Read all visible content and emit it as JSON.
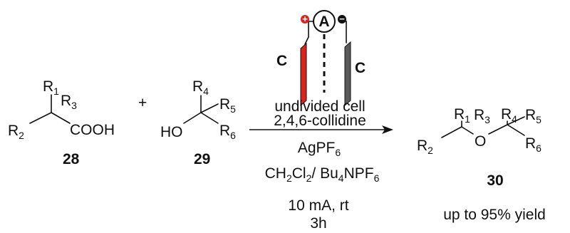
{
  "colors": {
    "anode": "#d7261e",
    "cathode": "#5a5a5a",
    "ink": "#111111"
  },
  "apparatus": {
    "meter_label": "A",
    "plus_sign": "+",
    "minus_sign": "−",
    "left_electrode_label": "C",
    "right_electrode_label": "C"
  },
  "plus_between": "+",
  "compound_28": {
    "number": "28",
    "r1_base": "R",
    "r1_sub": "1",
    "r2_base": "R",
    "r2_sub": "2",
    "r3_base": "R",
    "r3_sub": "3",
    "acid": "COOH"
  },
  "compound_29": {
    "number": "29",
    "r4_base": "R",
    "r4_sub": "4",
    "r5_base": "R",
    "r5_sub": "5",
    "r6_base": "R",
    "r6_sub": "6",
    "hydroxyl": "HO"
  },
  "compound_30": {
    "number": "30",
    "r1_base": "R",
    "r1_sub": "1",
    "r2_base": "R",
    "r2_sub": "2",
    "r3_base": "R",
    "r3_sub": "3",
    "r4_base": "R",
    "r4_sub": "4",
    "r5_base": "R",
    "r5_sub": "5",
    "r6_base": "R",
    "r6_sub": "6",
    "oxygen": "O"
  },
  "conditions": {
    "above_1": "undivided cell",
    "above_2": "2,4,6-collidine",
    "agpf6_base": "AgPF",
    "agpf6_sub": "6",
    "solvent_p1": "CH",
    "solvent_s1": "2",
    "solvent_p2": "Cl",
    "solvent_s2": "2",
    "solvent_p3": "/ Bu",
    "solvent_s3": "4",
    "solvent_p4": "NPF",
    "solvent_s4": "6",
    "current": "10 mA, rt",
    "time": "3h"
  },
  "yield_text": "up to 95% yield"
}
